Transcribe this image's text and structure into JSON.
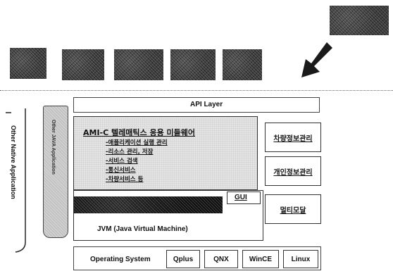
{
  "layers": {
    "api_layer": "API Layer",
    "jvm": "JVM (Java Virtual Machine)",
    "gui": "GUI",
    "operating_system": "Operating System",
    "os_list": [
      "Qplus",
      "QNX",
      "WinCE",
      "Linux"
    ]
  },
  "left_labels": {
    "other_native": "Other Native Application",
    "java_app": "Other JAVA Application"
  },
  "middleware": {
    "title": "AMI-C 텔레매틱스 응용 미들웨어",
    "items": [
      "-애플리케이션 실행 관리",
      "-리소스 관리, 저장",
      "-서비스 검색",
      "-통신서비스",
      "-차량서비스 등"
    ]
  },
  "side_services": [
    "차량정보관리",
    "개인정보관리",
    "멀티모달"
  ],
  "colors": {
    "block_dark": "#3a3a3a",
    "java_column": "#d0d0d0",
    "middleware_bg": "#e4e4e4"
  }
}
